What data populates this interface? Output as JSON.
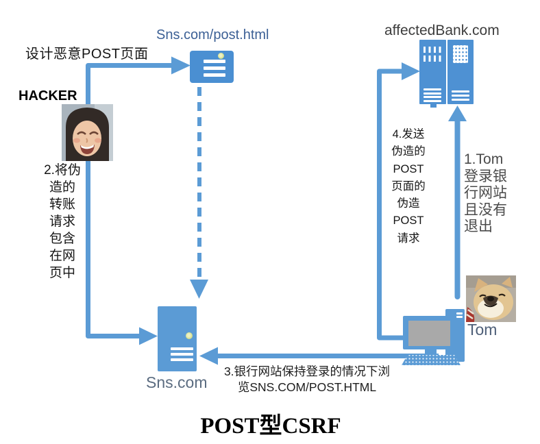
{
  "title": "POST型CSRF",
  "colors": {
    "arrow_blue": "#5b9bd5",
    "icon_blue": "#4e91d3",
    "url_label_blue": "#3c6095",
    "node_label_gray_blue": "#5b6c80",
    "bank_label_gray": "#3d3d3d",
    "screen_gray": "#a9a9a9"
  },
  "nodes": {
    "hacker": {
      "label": "HACKER"
    },
    "malicious_page": {
      "label": "Sns.com/post.html"
    },
    "bank_server": {
      "label": "affectedBank.com"
    },
    "sns_server": {
      "label": "Sns.com"
    },
    "tom": {
      "label": "Tom"
    }
  },
  "steps": {
    "design_note": "设计恶意POST页面",
    "step1_lines": [
      "1.Tom",
      "登录银",
      "行网站",
      "且没有",
      "退出"
    ],
    "step2_lines": [
      "2.将伪",
      "造的",
      "转账",
      "请求",
      "包含",
      "在网",
      "页中"
    ],
    "step3_lines": [
      "3.银行网站保持登录的情况下浏",
      "览SNS.COM/POST.HTML"
    ],
    "step4_lines": [
      "4.发送",
      "伪造的",
      "POST",
      "页面的",
      "伪造",
      "POST",
      "请求"
    ]
  }
}
